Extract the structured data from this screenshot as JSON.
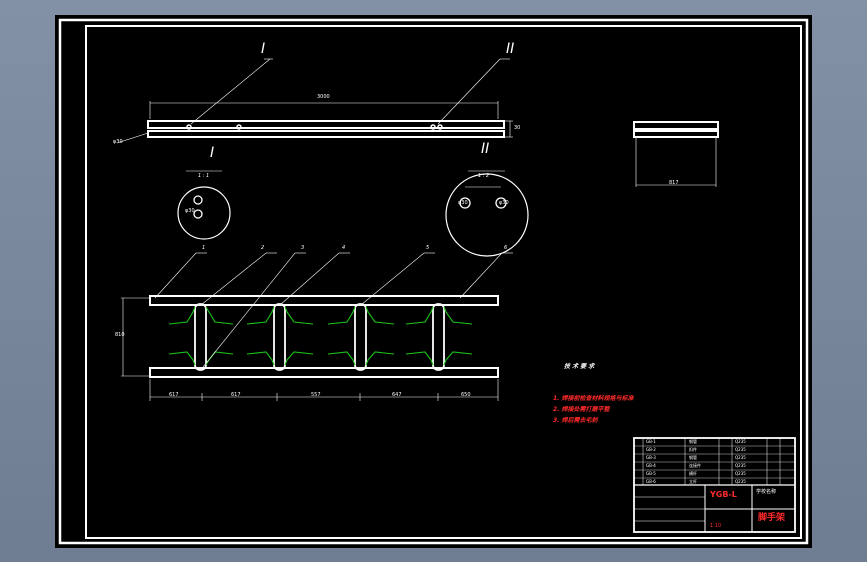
{
  "colors": {
    "line": "#ffffff",
    "green": "#19c419",
    "red": "#ff2a2a",
    "background": "#000000",
    "frame": "#7d8aa0"
  },
  "detail_marks": {
    "one": "I",
    "two": "II"
  },
  "detail_scales": {
    "one": "1 : 1",
    "two": "1 : 2"
  },
  "dims": {
    "top_length": "3000",
    "top_height": "30",
    "top_left_tag": "φ30",
    "right_width": "817",
    "left_height": "810",
    "circle_one": "φ30",
    "circle_two_a": "φ30",
    "circle_two_b": "φ30",
    "bottom_segments": [
      "617",
      "617",
      "557",
      "647",
      "650"
    ]
  },
  "part_numbers": [
    "1",
    "2",
    "3",
    "4",
    "5",
    "6"
  ],
  "tech": {
    "heading": "技 术 要 求",
    "items": [
      "1. 焊接前检查材料规格与标准",
      "2. 焊接处需打磨平整",
      "3. 焊后需去毛刺"
    ]
  },
  "title_block": {
    "drawing_no": "YGB-L",
    "name": "脚手架",
    "school": "学校名称",
    "rows_left": [
      "GB-1",
      "GB-2",
      "GB-3",
      "GB-4",
      "GB-5",
      "GB-6"
    ],
    "rows_mid": [
      "钢管",
      "扣件",
      "钢管",
      "连接件",
      "横杆",
      "立杆"
    ],
    "rows_right": [
      "Q235",
      "Q235",
      "Q235",
      "Q235",
      "Q235",
      "Q235"
    ],
    "scale": "1:10"
  }
}
